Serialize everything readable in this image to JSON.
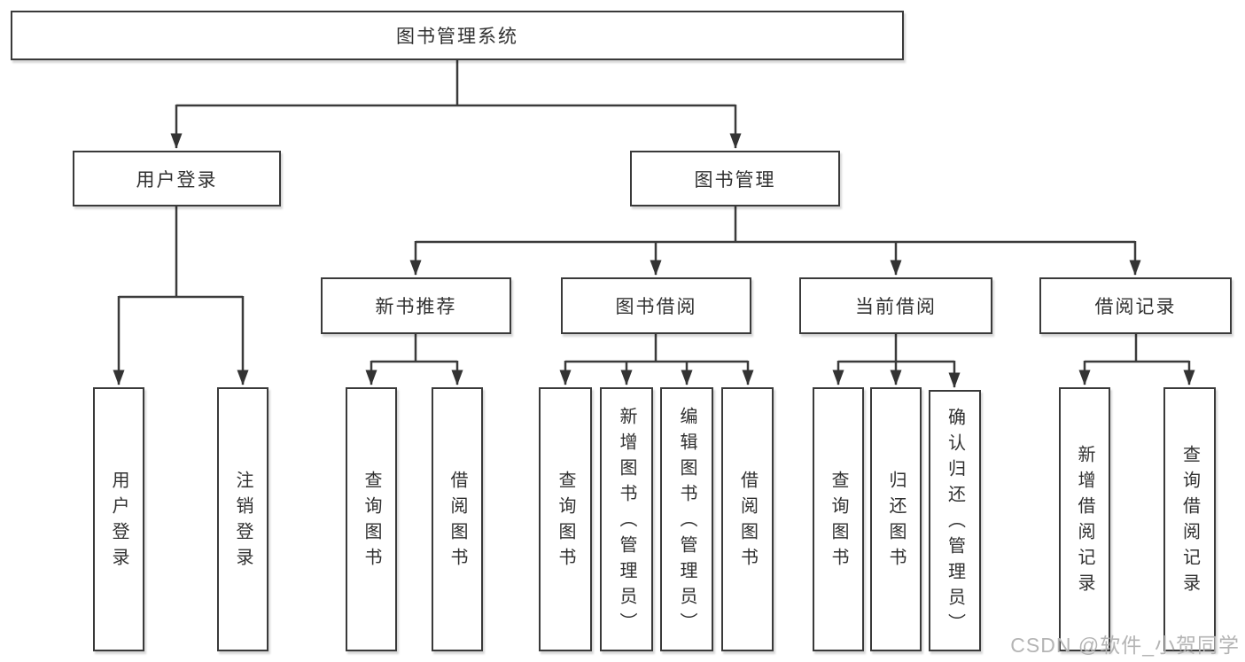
{
  "colors": {
    "line": "#3b3b3b",
    "border": "#3a3a3a",
    "text": "#303030",
    "watermark": "#b4b4b4",
    "background": "#ffffff"
  },
  "watermark": {
    "text": "CSDN @软件_小贺同学"
  },
  "nodes": {
    "root": {
      "label": "图书管理系统"
    },
    "user_login": {
      "label": "用户登录"
    },
    "book_mgmt": {
      "label": "图书管理"
    },
    "new_book_rec": {
      "label": "新书推荐"
    },
    "book_borrow": {
      "label": "图书借阅"
    },
    "current_borrow": {
      "label": "当前借阅"
    },
    "borrow_records": {
      "label": "借阅记录"
    },
    "leaf_user_login": {
      "label": "用户登录"
    },
    "leaf_logout": {
      "label": "注销登录"
    },
    "leaf_query_book_rec": {
      "label": "查询图书"
    },
    "leaf_borrow_book_rec": {
      "label": "借阅图书"
    },
    "leaf_query_book": {
      "label": "查询图书"
    },
    "leaf_add_book": {
      "label": "新增图书（管理员）"
    },
    "leaf_edit_book": {
      "label": "编辑图书（管理员）"
    },
    "leaf_borrow_book": {
      "label": "借阅图书"
    },
    "leaf_query_current": {
      "label": "查询图书"
    },
    "leaf_return_book": {
      "label": "归还图书"
    },
    "leaf_confirm_return": {
      "label": "确认归还（管理员）"
    },
    "leaf_add_record": {
      "label": "新增借阅记录"
    },
    "leaf_query_record": {
      "label": "查询借阅记录"
    }
  }
}
